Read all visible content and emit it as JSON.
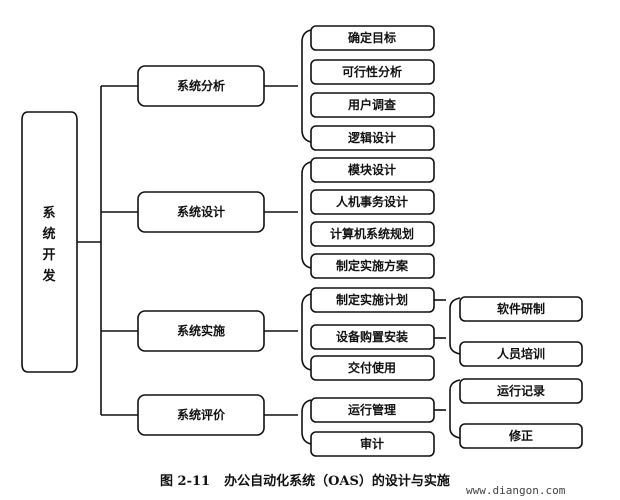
{
  "diagram": {
    "root": [
      "系",
      "统",
      "开",
      "发"
    ],
    "stages": [
      {
        "label": "系统分析",
        "children": [
          {
            "label": "确定目标"
          },
          {
            "label": "可行性分析"
          },
          {
            "label": "用户调查"
          },
          {
            "label": "逻辑设计"
          }
        ]
      },
      {
        "label": "系统设计",
        "children": [
          {
            "label": "模块设计"
          },
          {
            "label": "人机事务设计"
          },
          {
            "label": "计算机系统规划"
          },
          {
            "label": "制定实施方案"
          }
        ]
      },
      {
        "label": "系统实施",
        "children": [
          {
            "label": "制定实施计划",
            "children": [
              {
                "label": "软件研制"
              }
            ]
          },
          {
            "label": "设备购置安装",
            "children": [
              {
                "label": "人员培训"
              }
            ]
          },
          {
            "label": "交付使用"
          }
        ]
      },
      {
        "label": "系统评价",
        "children": [
          {
            "label": "运行管理",
            "children": [
              {
                "label": "运行记录"
              },
              {
                "label": "修正"
              }
            ]
          },
          {
            "label": "审计"
          }
        ]
      }
    ]
  },
  "caption": {
    "figure": "图 2-11",
    "title": "办公自动化系统（OAS）的设计与实施"
  },
  "watermark": "www.diangon.com"
}
